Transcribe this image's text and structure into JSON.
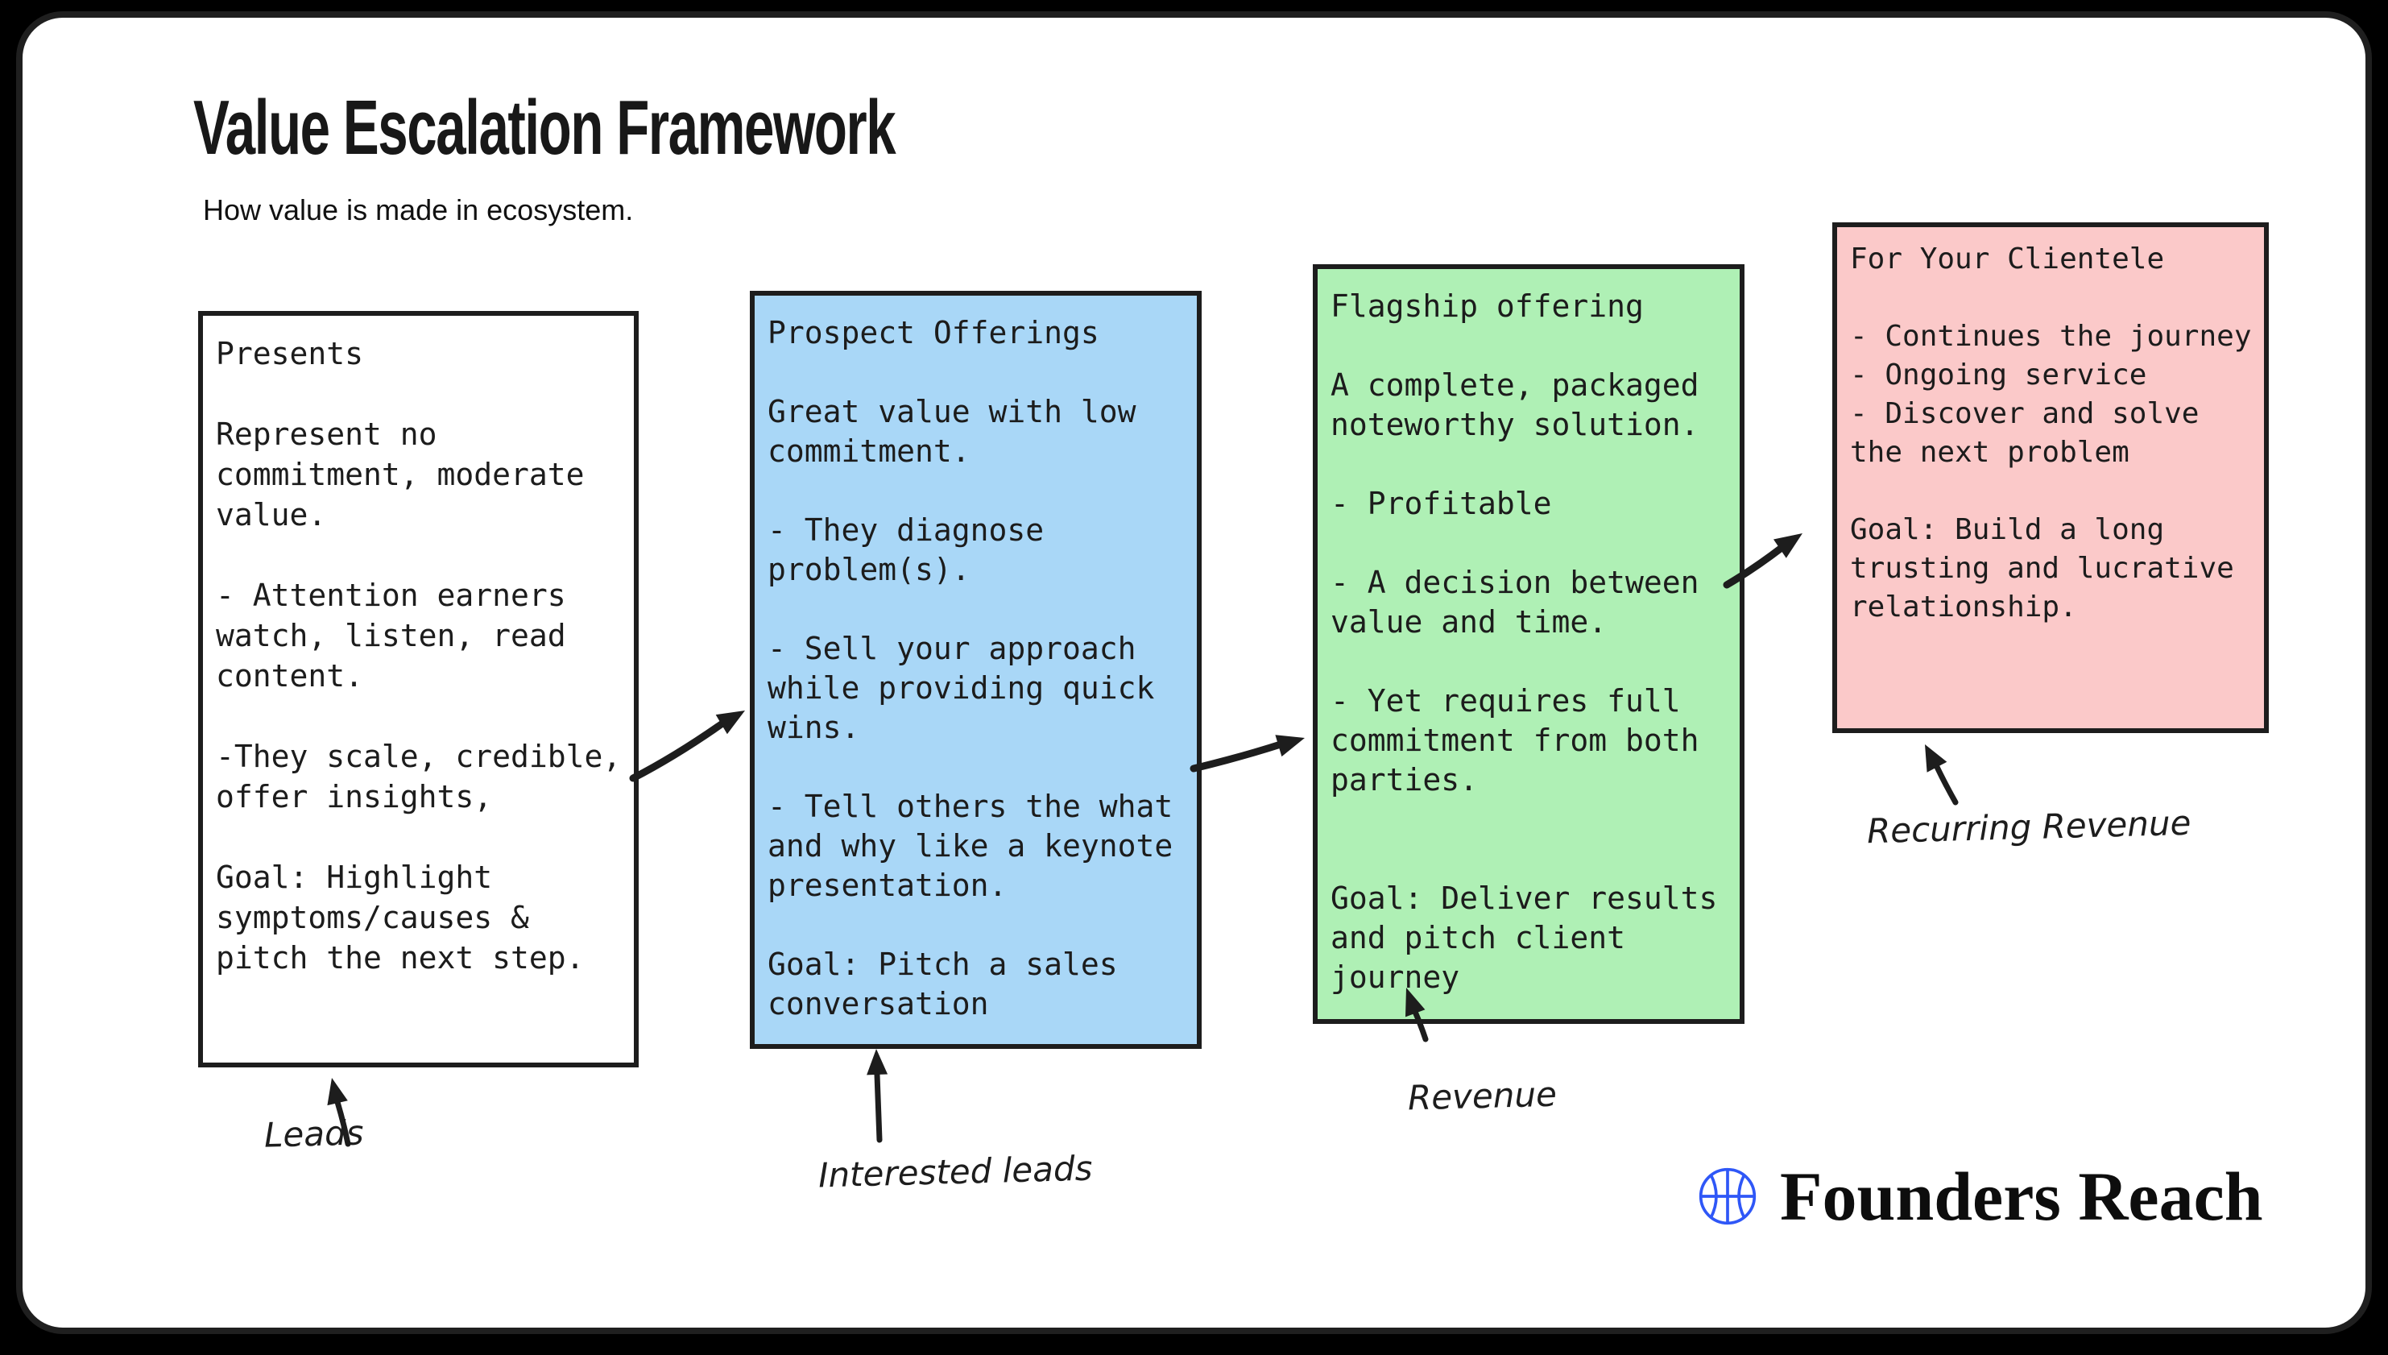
{
  "frame": {
    "background": "#000000",
    "sheet_color": "#ffffff",
    "stroke_color": "#1d1d1d"
  },
  "header": {
    "title": "Value Escalation Framework",
    "subtitle": "How value is made in ecosystem."
  },
  "boxes": [
    {
      "name": "presents",
      "fill": "#ffffff",
      "heading": "Presents",
      "body": "Represent no\ncommitment, moderate\nvalue.\n\n- Attention earners\nwatch, listen, read\ncontent.\n\n-They scale, credible,\noffer insights,\n\nGoal: Highlight\nsymptoms/causes &\npitch the next step.",
      "arrow_label": "Leads"
    },
    {
      "name": "prospect-offerings",
      "fill": "#a9d7f7",
      "heading": "Prospect Offerings",
      "body": "Great value with low\ncommitment.\n\n- They diagnose\nproblem(s).\n\n- Sell your approach\nwhile providing quick\nwins.\n\n- Tell others the what\nand why like a keynote\npresentation.\n\nGoal: Pitch a sales\nconversation",
      "arrow_label": "Interested leads"
    },
    {
      "name": "flagship-offering",
      "fill": "#aff0b5",
      "heading": "Flagship offering",
      "body": "A complete, packaged\nnoteworthy solution.\n\n- Profitable\n\n- A decision between\nvalue and time.\n\n- Yet requires full\ncommitment from both\nparties.\n\n\nGoal: Deliver results\nand pitch client\njourney",
      "arrow_label": "Revenue"
    },
    {
      "name": "for-your-clientele",
      "fill": "#fbc9c9",
      "heading": "For Your Clientele",
      "body": "- Continues the journey\n- Ongoing service\n- Discover and solve\nthe next problem\n\nGoal: Build a long\ntrusting and lucrative\nrelationship.",
      "arrow_label": "Recurring Revenue"
    }
  ],
  "brand": {
    "name": "Founders Reach",
    "icon": "basketball-icon",
    "accent": "#2f57f7"
  }
}
